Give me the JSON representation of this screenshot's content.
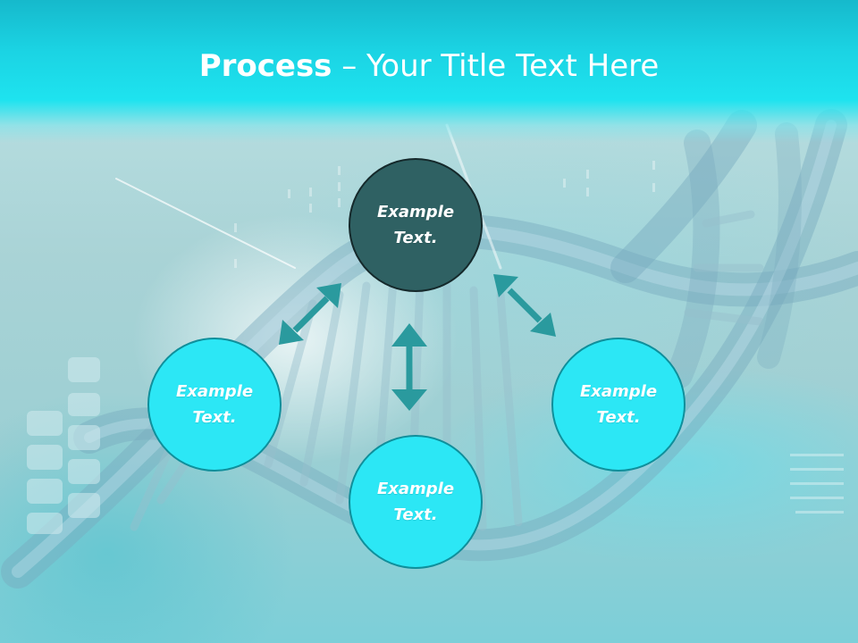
{
  "slide": {
    "title_bold": "Process",
    "title_rest": " – Your Title Text Here"
  },
  "nodes": {
    "center": {
      "line1": "Example",
      "line2": "Text."
    },
    "left": {
      "line1": "Example",
      "line2": "Text."
    },
    "right": {
      "line1": "Example",
      "line2": "Text."
    },
    "bottom": {
      "line1": "Example",
      "line2": "Text."
    }
  },
  "colors": {
    "title_band": "#1ee3ef",
    "center_node": "#2f6163",
    "side_node": "#2ce7f5",
    "arrow": "#2a9a9e"
  }
}
